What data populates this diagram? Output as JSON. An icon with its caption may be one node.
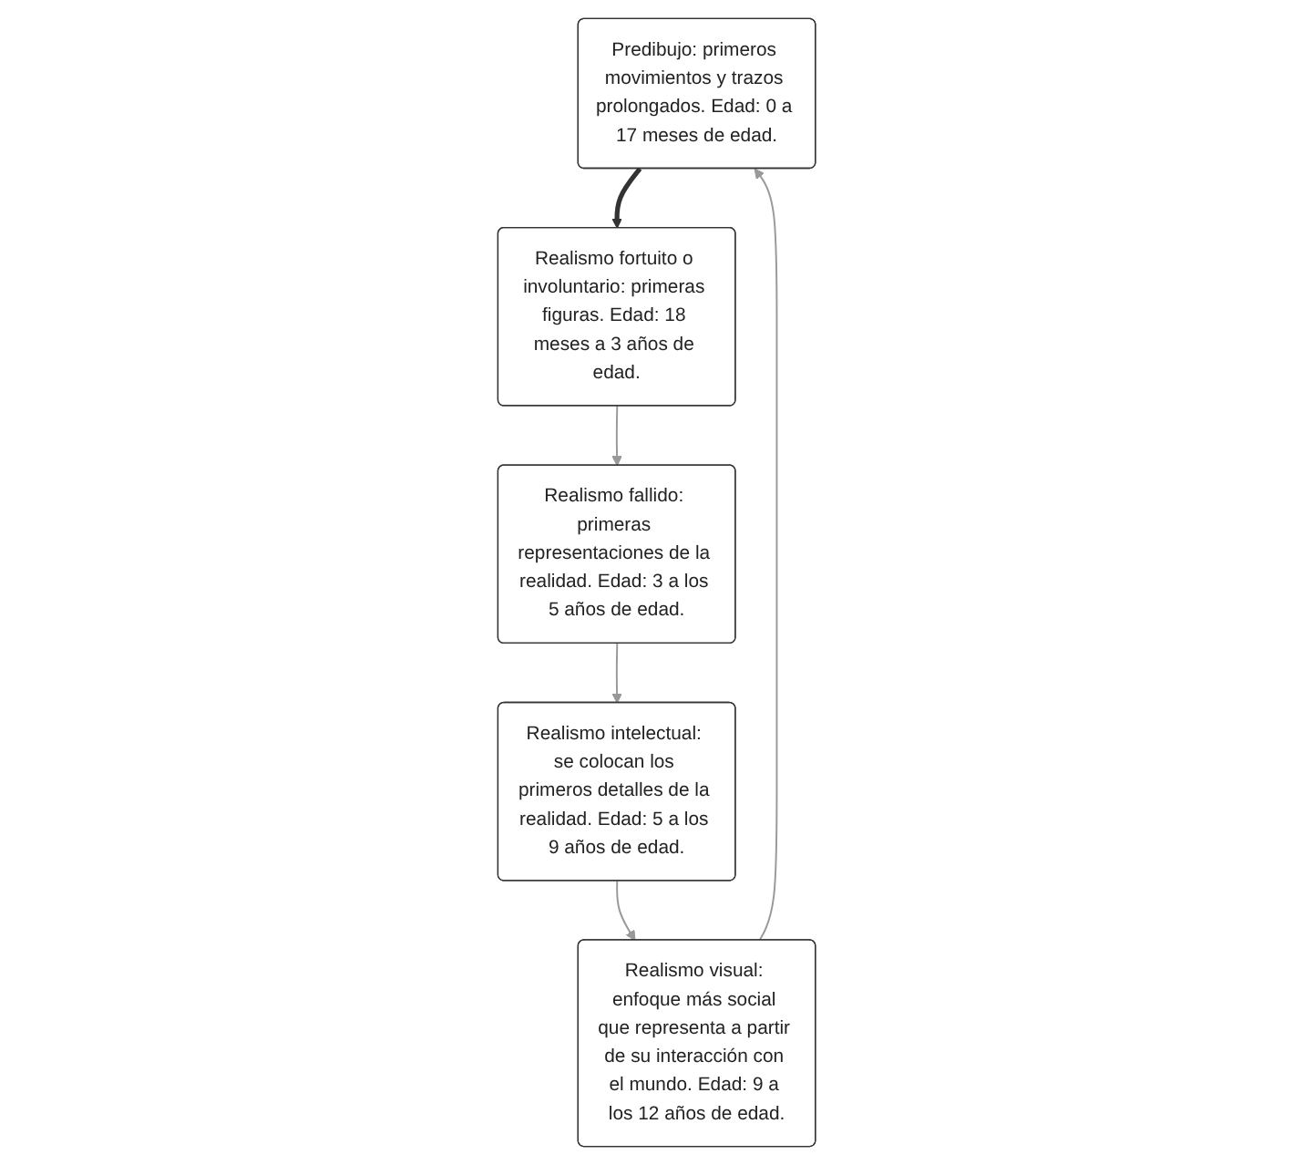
{
  "diagram": {
    "nodes": [
      {
        "text": [
          "Predibujo: primeros movimientos y trazos prolongados. Edad: 0 a 17 meses de edad."
        ]
      },
      {
        "text": [
          "Realismo fortuito o involuntario: primeras figuras. Edad: 18 meses a 3 años de edad."
        ]
      },
      {
        "text": [
          "Realismo fallido: primeras representaciones de la realidad. Edad: 3 a los 5 años de edad."
        ]
      },
      {
        "text": [
          "Realismo intelectual: se colocan los primeros detalles de la realidad. Edad: 5 a los 9 años de edad."
        ]
      },
      {
        "text": [
          "Realismo visual: enfoque más social que representa a partir de su interacción con el mundo. Edad: 9 a los 12 años de edad."
        ]
      }
    ],
    "edges": [
      {
        "from": 0,
        "to": 1,
        "arrow": "to",
        "style": "thick",
        "color": "#333333"
      },
      {
        "from": 1,
        "to": 2,
        "arrow": "to"
      },
      {
        "from": 2,
        "to": 3,
        "arrow": "to"
      },
      {
        "from": 3,
        "to": 4,
        "arrow": "to"
      },
      {
        "from": 4,
        "to": 0,
        "arrow": "to"
      }
    ]
  }
}
